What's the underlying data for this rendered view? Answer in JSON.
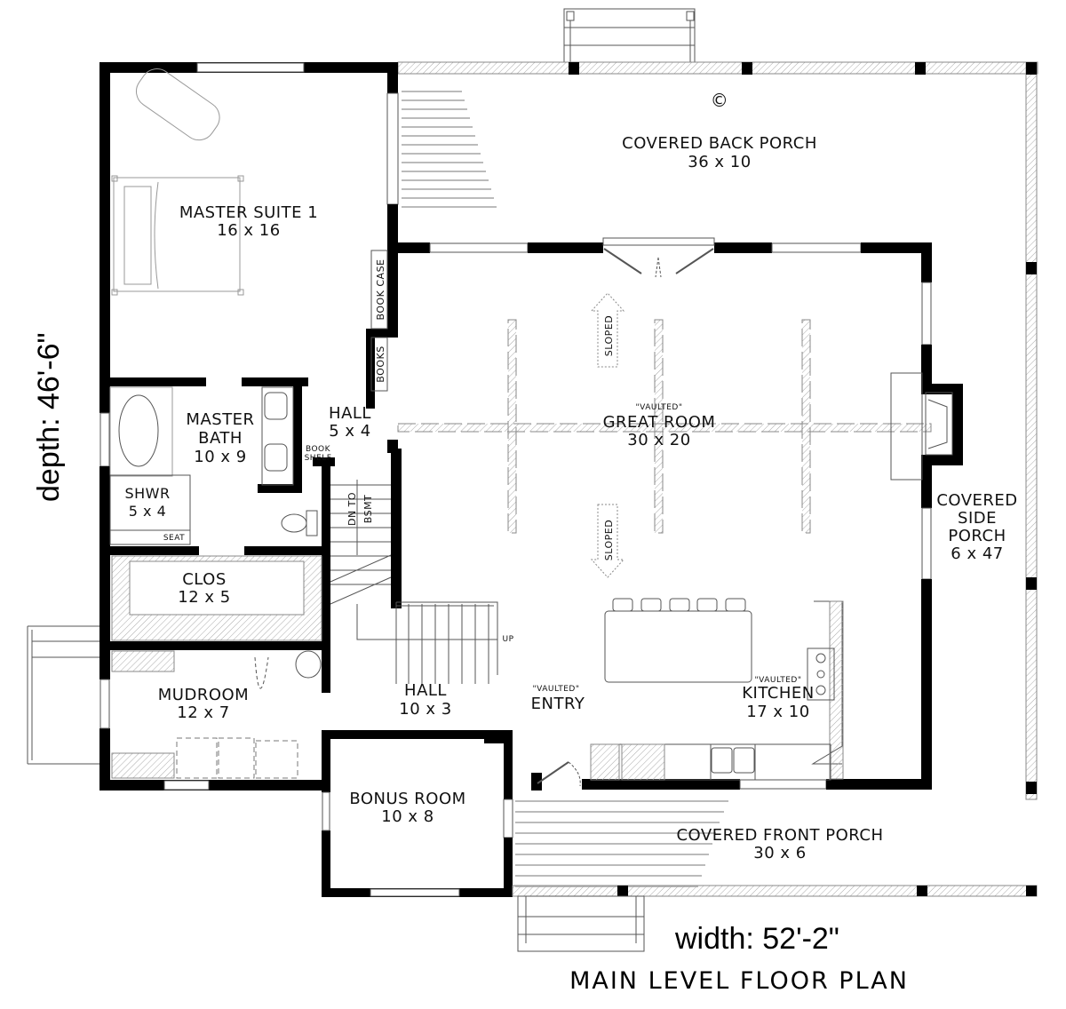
{
  "plan": {
    "title": "MAIN LEVEL FLOOR PLAN",
    "width_label": "width: 52'-2\"",
    "depth_label": "depth: 46'-6\"",
    "copyright_symbol": "©"
  },
  "rooms": {
    "master_suite": {
      "name": "MASTER SUITE 1",
      "size": "16 x 16"
    },
    "back_porch": {
      "name": "COVERED BACK PORCH",
      "size": "36 x 10"
    },
    "master_bath": {
      "name_line1": "MASTER",
      "name_line2": "BATH",
      "size": "10 x 9"
    },
    "hall_small": {
      "name": "HALL",
      "size": "5 x 4"
    },
    "great_room": {
      "note": "\"VAULTED\"",
      "name": "GREAT ROOM",
      "size": "30 x 20"
    },
    "shower": {
      "name": "SHWR",
      "size": "5 x 4",
      "seat": "SEAT"
    },
    "closet": {
      "name": "CLOS",
      "size": "12 x 5"
    },
    "side_porch": {
      "line1": "COVERED",
      "line2": "SIDE",
      "line3": "PORCH",
      "size": "6 x 47"
    },
    "mudroom": {
      "name": "MUDROOM",
      "size": "12 x 7"
    },
    "hall_long": {
      "name": "HALL",
      "size": "10 x 3"
    },
    "entry": {
      "note": "\"VAULTED\"",
      "name": "ENTRY"
    },
    "kitchen": {
      "note": "\"VAULTED\"",
      "name": "KITCHEN",
      "size": "17 x 10"
    },
    "bonus_room": {
      "name": "BONUS ROOM",
      "size": "10 x 8"
    },
    "front_porch": {
      "name": "COVERED FRONT PORCH",
      "size": "30 x 6"
    }
  },
  "annotations": {
    "book_case": "BOOK CASE",
    "books": "BOOKS",
    "book_shelf_1": "BOOK",
    "book_shelf_2": "SHELF",
    "stairs_down_1": "DN TO",
    "stairs_down_2": "BSMT",
    "stairs_up": "UP",
    "sloped_upper": "SLOPED",
    "sloped_lower": "SLOPED"
  }
}
